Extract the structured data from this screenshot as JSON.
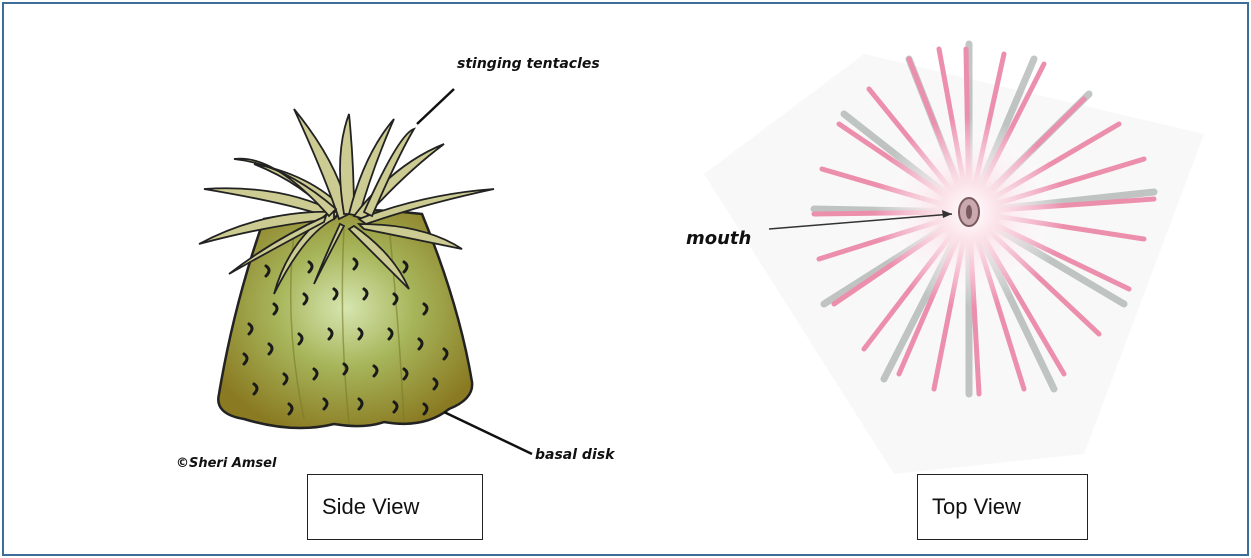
{
  "side_view": {
    "caption": "Side View",
    "labels": {
      "tentacles": "stinging tentacles",
      "basal_disk": "basal disk",
      "credit": "©Sheri Amsel"
    }
  },
  "top_view": {
    "caption": "Top View",
    "labels": {
      "mouth": "mouth"
    }
  },
  "colors": {
    "frame_border": "#3f6d9a",
    "side_body": "#9a8c2c",
    "side_highlight": "#cfe1a8",
    "tentacle": "#c9c98f",
    "top_tentacle": "#e98aa8"
  }
}
